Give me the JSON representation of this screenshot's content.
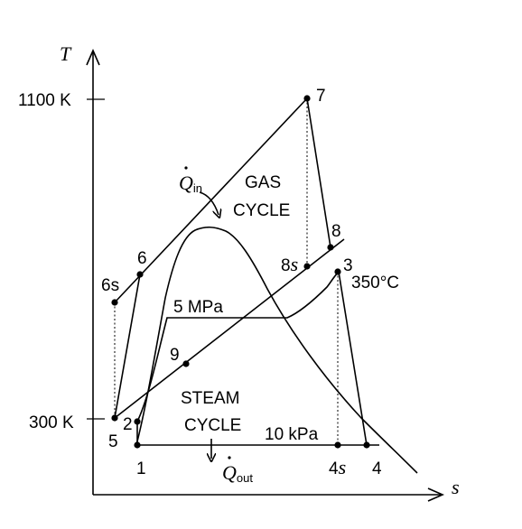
{
  "axes": {
    "y_label": "T",
    "x_label": "s",
    "tick_high": "1100 K",
    "tick_low": "300 K"
  },
  "cycles": {
    "gas_line1": "GAS",
    "gas_line2": "CYCLE",
    "steam_line1": "STEAM",
    "steam_line2": "CYCLE"
  },
  "heat": {
    "q_symbol": "Q",
    "q_in_sub": "in",
    "q_out_sub": "out"
  },
  "states": {
    "p1": "1",
    "p2": "2",
    "p3": "3",
    "p4_num": "4",
    "p4s_num": "4",
    "p4s_s": "s",
    "p5": "5",
    "p6": "6",
    "p6s": "6s",
    "p7": "7",
    "p8": "8",
    "p8s_num": "8",
    "p8s_s": "s",
    "p9": "9"
  },
  "annotations": {
    "pressure_high": "5 MPa",
    "pressure_low": "10 kPa",
    "temp_350": "350°C"
  }
}
